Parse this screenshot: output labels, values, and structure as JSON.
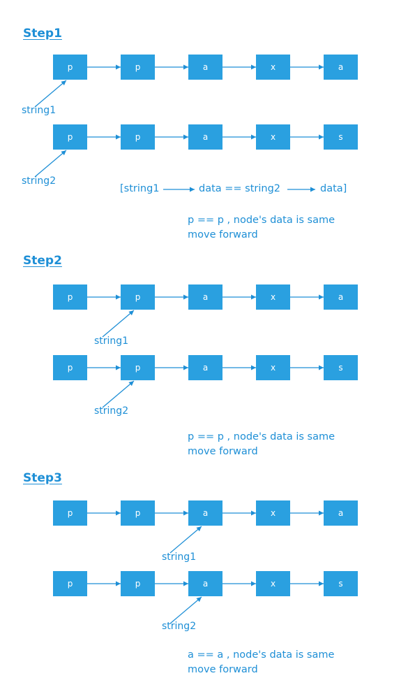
{
  "colors": {
    "accent": "#1e8fd6",
    "node_fill": "#2aa0e0",
    "node_text": "#ffffff"
  },
  "steps": [
    {
      "title": "Step1",
      "rows": [
        {
          "nodes": [
            "p",
            "p",
            "a",
            "x",
            "a"
          ],
          "pointer": {
            "label": "string1",
            "node_index": 0
          }
        },
        {
          "nodes": [
            "p",
            "p",
            "a",
            "x",
            "s"
          ],
          "pointer": {
            "label": "string2",
            "node_index": 0
          }
        }
      ],
      "formula": {
        "open": "[string1",
        "middle": "data == string2",
        "close": "data]"
      },
      "note_line1": "p == p ,   node's data is same",
      "note_line2": "move forward"
    },
    {
      "title": "Step2",
      "rows": [
        {
          "nodes": [
            "p",
            "p",
            "a",
            "x",
            "a"
          ],
          "pointer": {
            "label": "string1",
            "node_index": 1
          }
        },
        {
          "nodes": [
            "p",
            "p",
            "a",
            "x",
            "s"
          ],
          "pointer": {
            "label": "string2",
            "node_index": 1
          }
        }
      ],
      "note_line1": "p == p ,   node's data is same",
      "note_line2": "move forward"
    },
    {
      "title": "Step3",
      "rows": [
        {
          "nodes": [
            "p",
            "p",
            "a",
            "x",
            "a"
          ],
          "pointer": {
            "label": "string1",
            "node_index": 2
          }
        },
        {
          "nodes": [
            "p",
            "p",
            "a",
            "x",
            "s"
          ],
          "pointer": {
            "label": "string2",
            "node_index": 2
          }
        }
      ],
      "note_line1": "a == a ,   node's data is same",
      "note_line2": "move forward"
    }
  ]
}
